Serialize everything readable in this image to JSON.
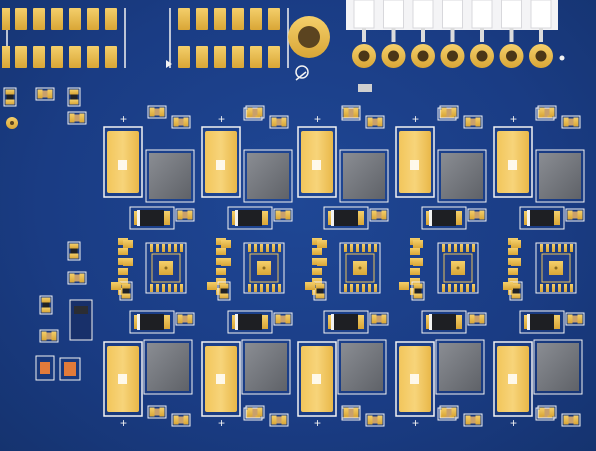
{
  "image": {
    "subject": "pcb-render",
    "board_color": "#1a3c84",
    "copper_color": "#e6b84a",
    "silkscreen_color": "#f2f2f2",
    "polarity_mark": "+",
    "channel_count": 5,
    "header_pin_count": 7,
    "pad_array_columns": 6
  }
}
